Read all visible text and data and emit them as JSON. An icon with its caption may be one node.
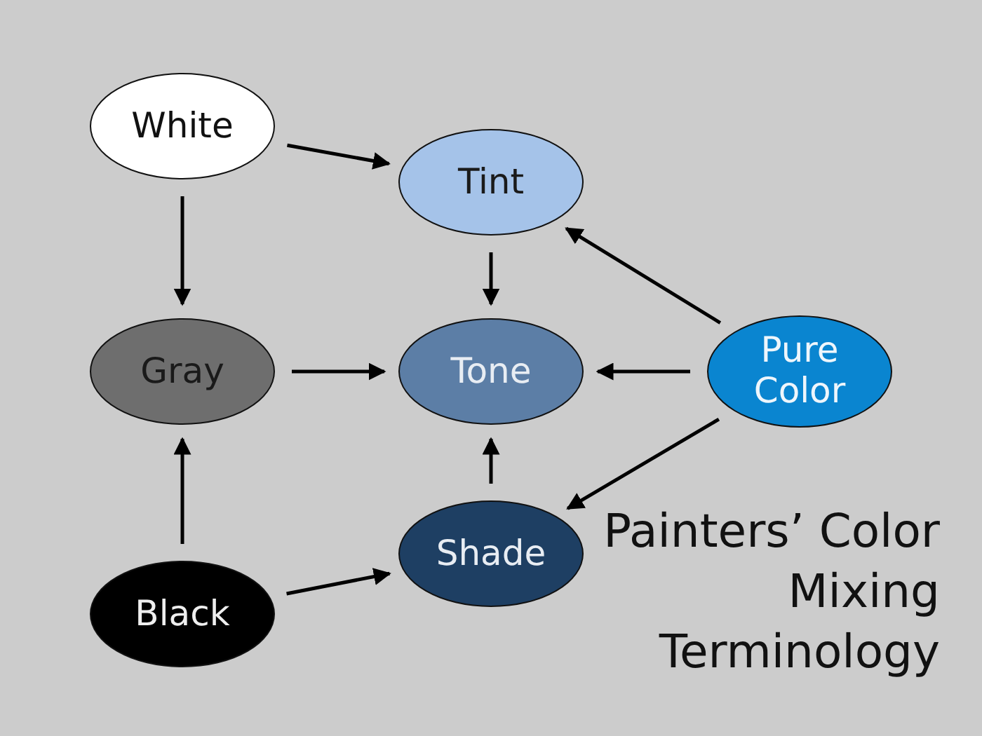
{
  "diagram": {
    "title": "Painters’ Color Mixing Terminology",
    "nodes": [
      {
        "text": [
          "White"
        ]
      },
      {
        "text": [
          "Tint"
        ]
      },
      {
        "text": [
          "Gray"
        ]
      },
      {
        "text": [
          "Tone"
        ]
      },
      {
        "text": [
          "Pure Color"
        ]
      },
      {
        "text": [
          "Shade"
        ]
      },
      {
        "text": [
          "Black"
        ]
      }
    ],
    "edges": [
      {
        "from": 0,
        "to": 1,
        "arrow": "to"
      },
      {
        "from": 0,
        "to": 2,
        "arrow": "to"
      },
      {
        "from": 1,
        "to": 3,
        "arrow": "to"
      },
      {
        "from": 2,
        "to": 3,
        "arrow": "to"
      },
      {
        "from": 4,
        "to": 1,
        "arrow": "to"
      },
      {
        "from": 4,
        "to": 3,
        "arrow": "to"
      },
      {
        "from": 4,
        "to": 5,
        "arrow": "to"
      },
      {
        "from": 5,
        "to": 3,
        "arrow": "to"
      },
      {
        "from": 6,
        "to": 2,
        "arrow": "to"
      },
      {
        "from": 6,
        "to": 5,
        "arrow": "to"
      }
    ]
  }
}
